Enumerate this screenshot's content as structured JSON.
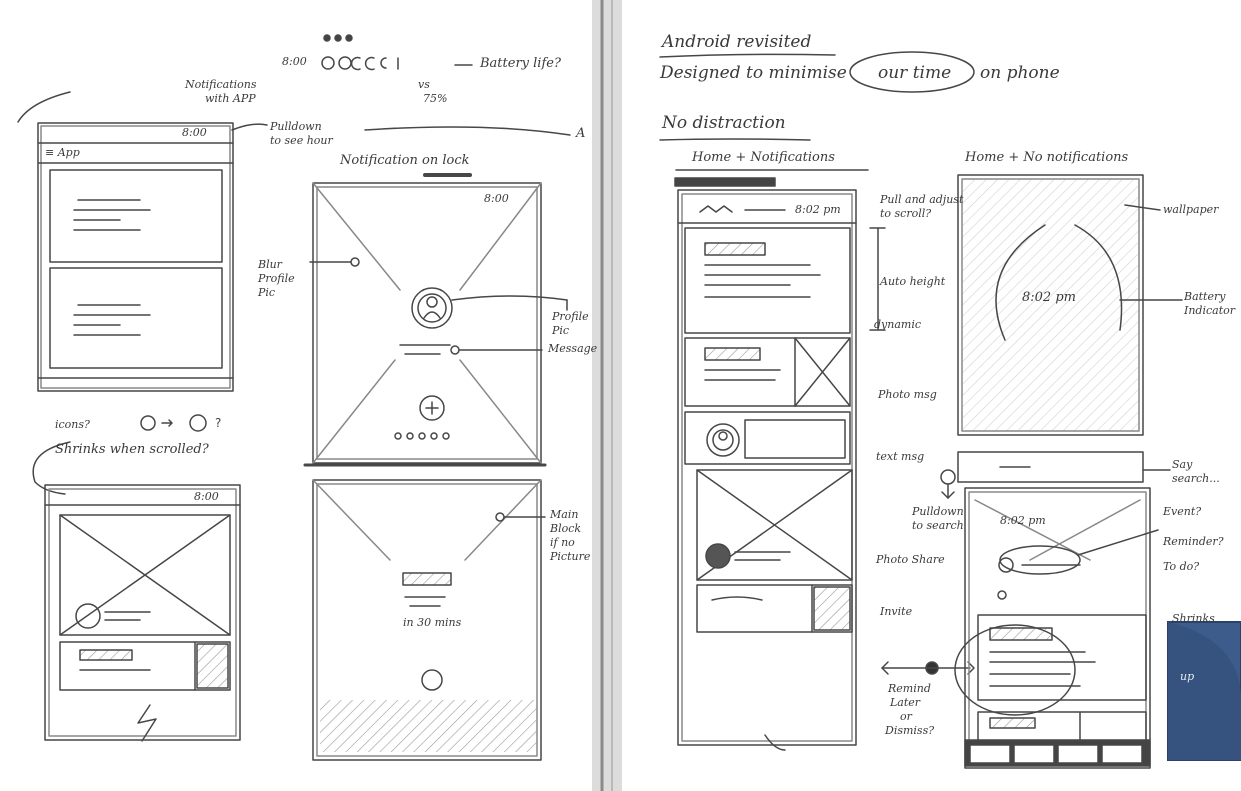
{
  "left_page": {
    "battery": {
      "time": "8:00",
      "note": "Battery life?",
      "or_word": "vs",
      "percent": "75%"
    },
    "notifications_note": [
      "Notifications",
      "with APP"
    ],
    "frame1": {
      "time": "8:00",
      "app_label": "≡ App",
      "pulldown_note": [
        "Pulldown",
        "to see hour"
      ],
      "corner_mark": "A"
    },
    "lock_screen": {
      "title": "Notification on lock",
      "time": "8:00",
      "blur_note": [
        "Blur",
        "Profile",
        "Pic"
      ],
      "profile_note": [
        "Profile",
        "Pic"
      ],
      "message_note": "Message",
      "main_block_note": [
        "Main",
        "Block",
        "if no",
        "Picture"
      ],
      "reply_text": "in 30 mins"
    },
    "icons_note": "icons?",
    "shrinks_note": "Shrinks when scrolled?",
    "frame3": {
      "time": "8:00"
    }
  },
  "right_page": {
    "title": "Android revisited",
    "subtitle_prefix": "Designed to minimise",
    "subtitle_circled": "our time",
    "subtitle_suffix": "on phone",
    "section": "No distraction",
    "col1_title": "Home + Notifications",
    "col1_time": "8:02 pm",
    "pull_note": [
      "Pull and adjust",
      "to scroll?"
    ],
    "auto_height_note": "Auto height",
    "dynamic_note": "dynamic",
    "photo_msg_note": "Photo msg",
    "text_msg_note": "text msg",
    "pulldown_note": [
      "Pulldown",
      "to search"
    ],
    "photo_share_note": "Photo Share",
    "invite_note": "Invite",
    "remind_note": [
      "Remind",
      "Later",
      "or",
      "Dismiss?"
    ],
    "col2_title": "Home + No notifications",
    "wallpaper_note": "wallpaper",
    "col2_time": "8:02 pm",
    "battery_note": [
      "Battery",
      "Indicator"
    ],
    "search_note": [
      "Say",
      "search..."
    ],
    "time2": "8:02 pm",
    "event_notes": [
      "Event?",
      "Reminder?",
      "To do?"
    ],
    "shrinks_note": "Shrinks",
    "shrinks_tail": "up"
  }
}
